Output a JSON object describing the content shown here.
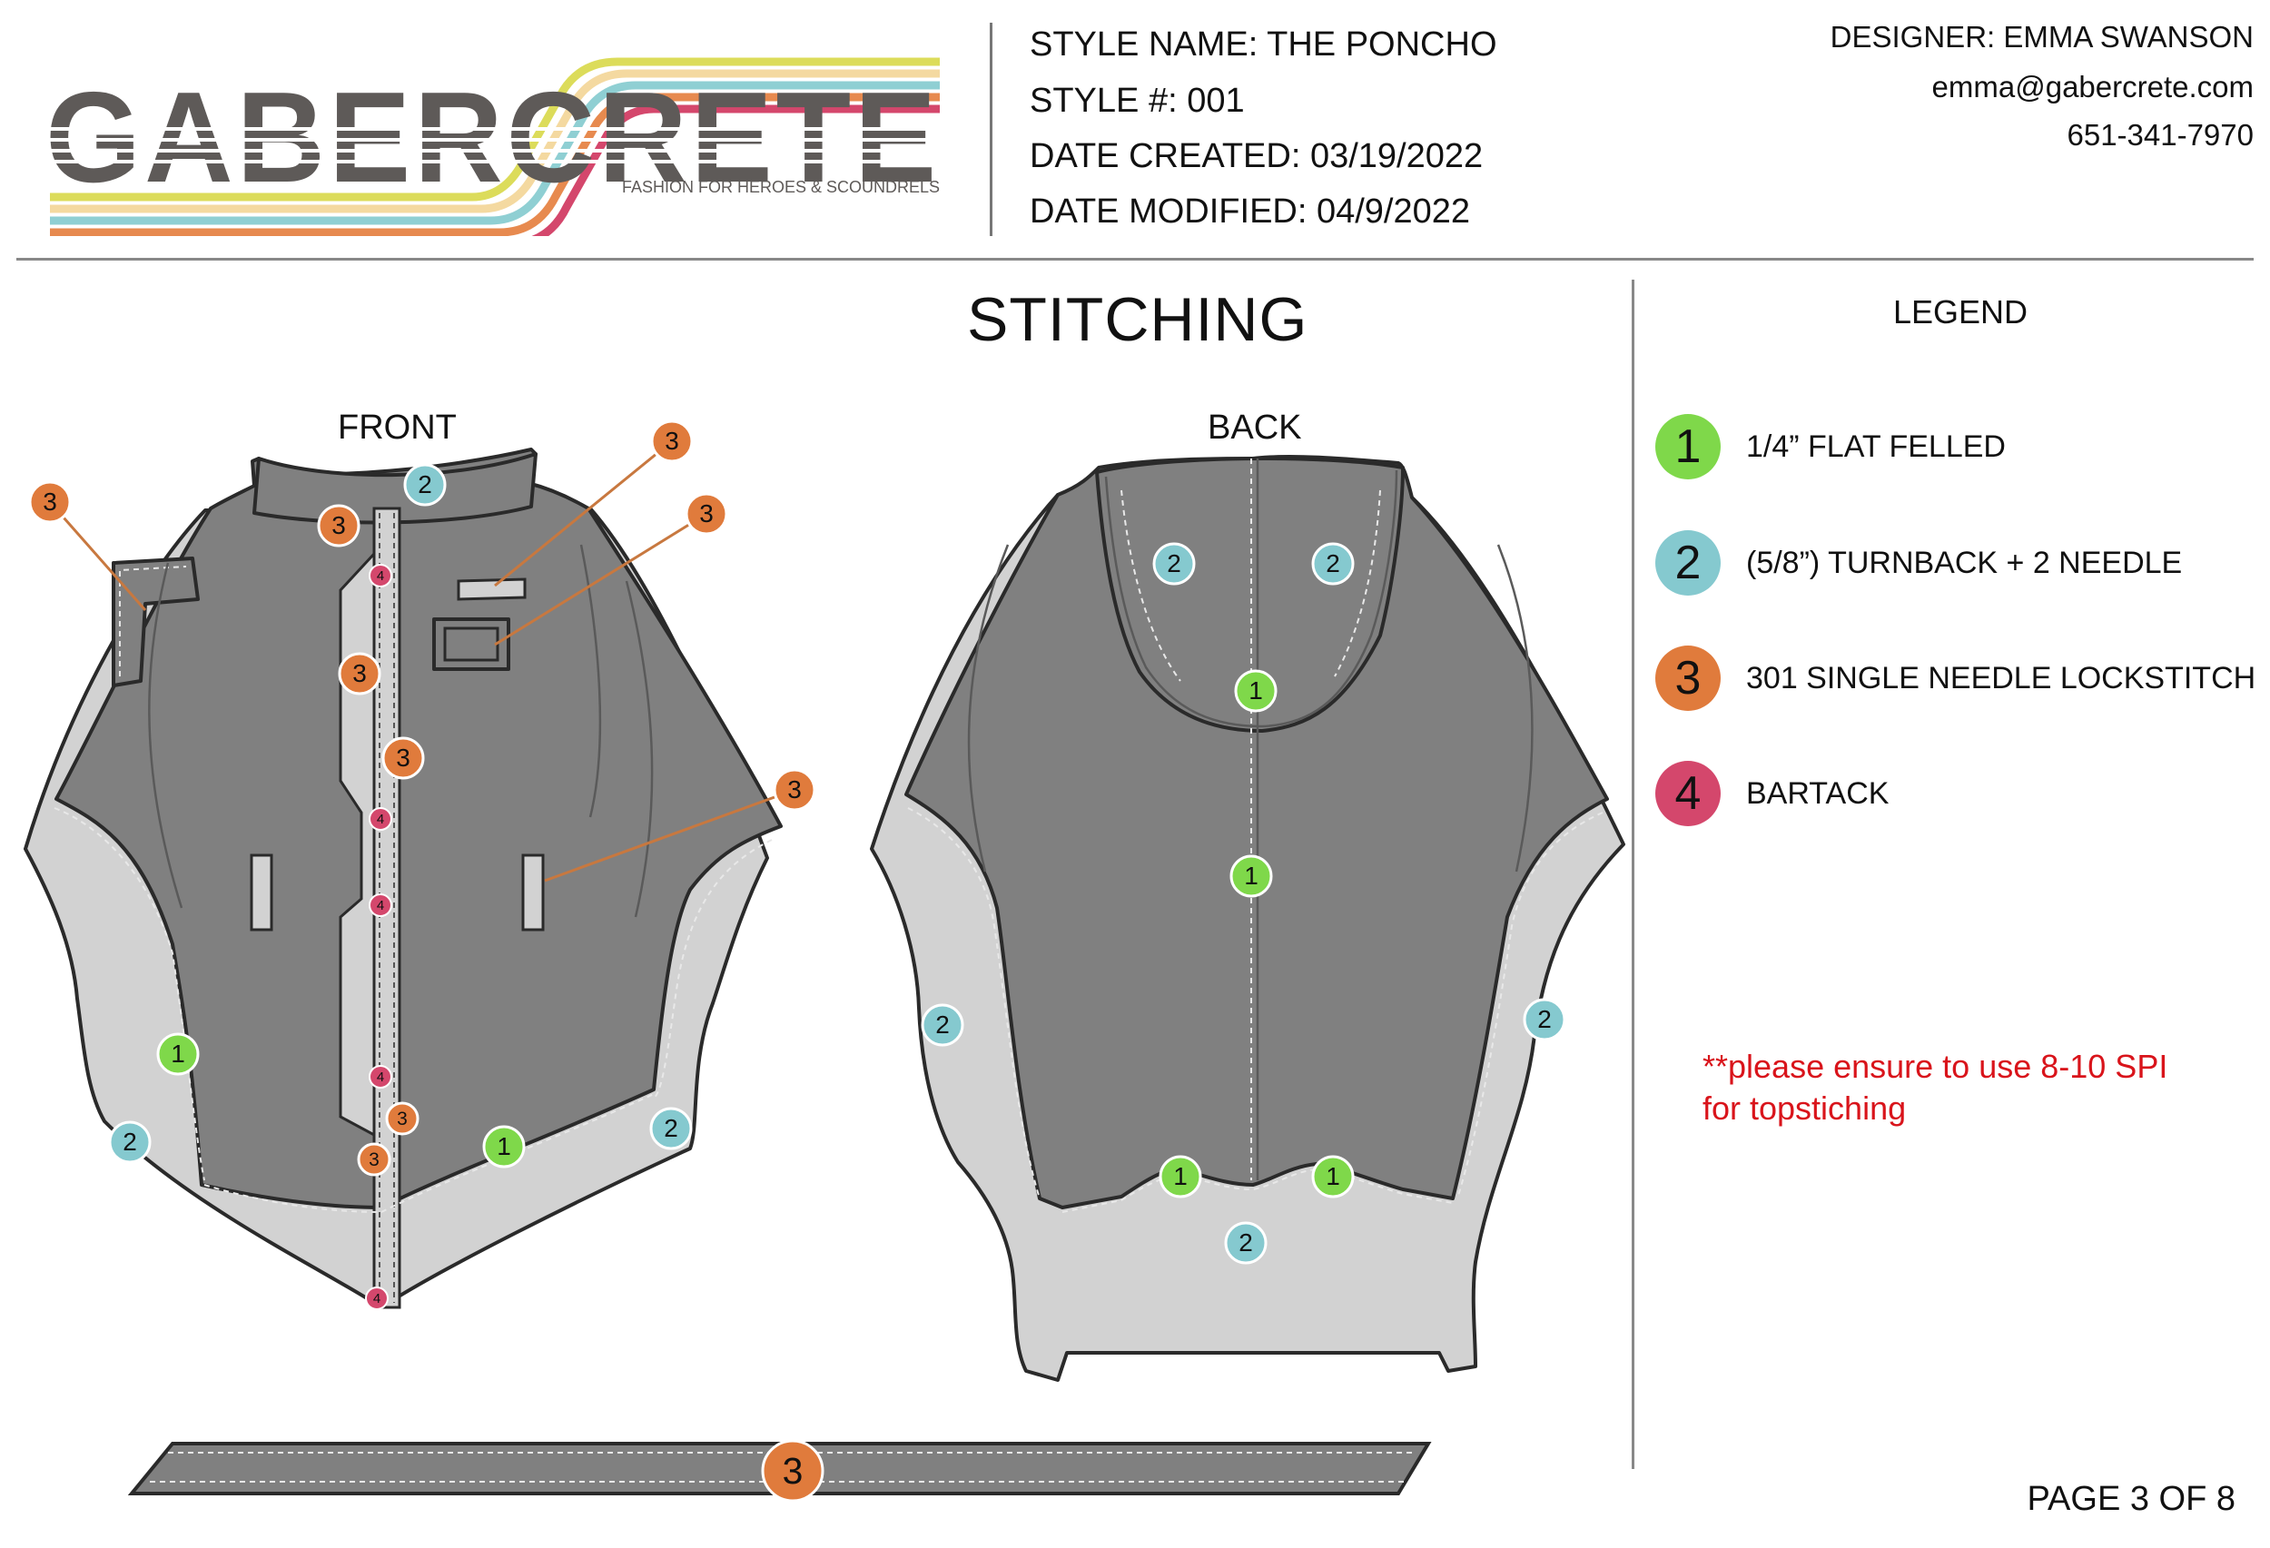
{
  "brand": {
    "name": "GABERCRETE",
    "tagline": "FASHION FOR HEROES & SCOUNDRELS",
    "stripe_colors": [
      "#dcdc5a",
      "#f4d9a0",
      "#8fcfd3",
      "#e78a4f",
      "#d4476c"
    ],
    "text_color": "#5e5a58"
  },
  "style": {
    "name": "STYLE NAME: THE PONCHO",
    "number": "STYLE #: 001",
    "created": "DATE CREATED: 03/19/2022",
    "modified": "DATE MODIFIED: 04/9/2022"
  },
  "designer": {
    "name": "DESIGNER: EMMA SWANSON",
    "email": "emma@gabercrete.com",
    "phone": "651-341-7970"
  },
  "page_title": "STITCHING",
  "views": {
    "front": "FRONT",
    "back": "BACK"
  },
  "legend": {
    "title": "LEGEND",
    "items": [
      {
        "num": "1",
        "label": "1/4” FLAT FELLED",
        "color": "#7fd84a"
      },
      {
        "num": "2",
        "label": "(5/8”) TURNBACK + 2 NEEDLE",
        "color": "#85c9cf"
      },
      {
        "num": "3",
        "label": "301 SINGLE NEEDLE LOCKSTITCH",
        "color": "#e07b3c"
      },
      {
        "num": "4",
        "label": "BARTACK",
        "color": "#d4476c"
      }
    ]
  },
  "note": "**please ensure to use 8-10 SPI for topstiching",
  "page_number": "PAGE 3 OF 8",
  "garment_colors": {
    "body": "#808080",
    "lining": "#d2d2d2",
    "outline": "#2a2a2a"
  }
}
